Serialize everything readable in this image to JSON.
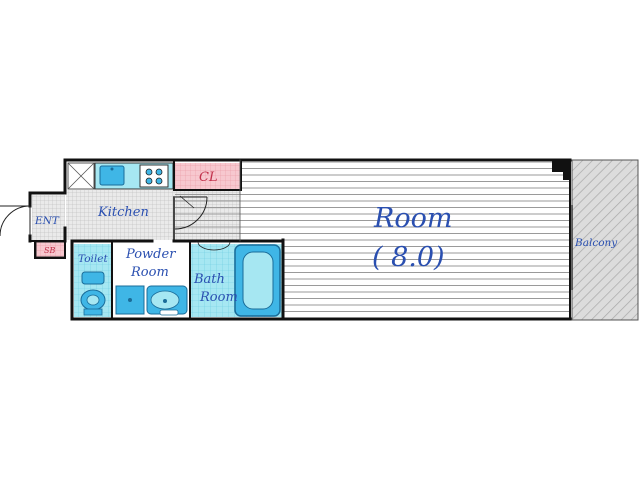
{
  "plan": {
    "rooms": {
      "room": {
        "name": "Room",
        "size": "( 8.0)"
      },
      "kitchen": "Kitchen",
      "closet": "CL",
      "entrance": "ENT",
      "shoe_box": "SB",
      "toilet": "Toilet",
      "powder_room": [
        "Powder",
        "Room"
      ],
      "bath_room": [
        "Bath",
        "Room"
      ],
      "balcony": "Balcony"
    },
    "colors": {
      "wall": "#111111",
      "label": "#2a4fb0",
      "wet_area": "#a6e7f2",
      "fixture": "#3fb6e6",
      "closet": "#f7c8cf",
      "balcony": "#dcdcdc",
      "floor_lines": "#9a9a9a"
    }
  }
}
